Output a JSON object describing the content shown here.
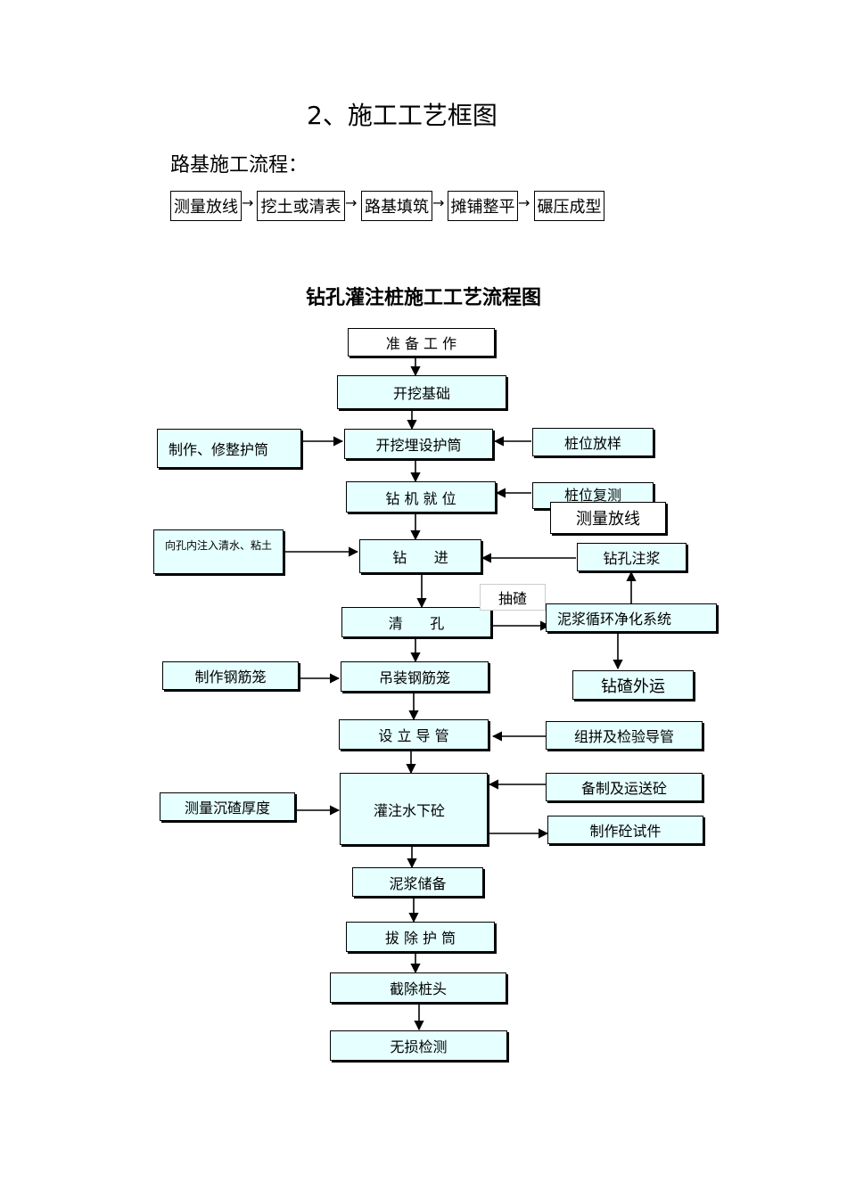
{
  "section_title": "2、施工工艺框图",
  "road": {
    "heading": "路基施工流程：",
    "steps": [
      "测量放线",
      "挖土或清表",
      "路基填筑",
      "摊铺整平",
      "碾压成型"
    ],
    "arrow": "→"
  },
  "flowchart": {
    "title": "钻孔灌注桩施工工艺流程图",
    "main": {
      "prepare": "准 备 工 作",
      "excavate": "开挖基础",
      "casing": "开挖埋设护筒",
      "rig": "钻 机 就 位",
      "drill": "钻      进",
      "clean": "清      孔",
      "cage": "吊装钢筋笼",
      "pipe": "设 立 导 管",
      "pour": "灌注水下砼",
      "slurry_store": "泥浆储备",
      "remove_casing": "拔 除 护 筒",
      "cut_head": "截除桩头",
      "test": "无损检测"
    },
    "side": {
      "make_casing": "制作、修整护筒",
      "pile_layout": "桩位放样",
      "pile_recheck": "桩位复测",
      "survey": "测量放线",
      "inject_water": "向孔内注入清水、粘土",
      "drill_slurry": "钻孔注浆",
      "extract_slag": "抽碴",
      "slurry_system": "泥浆循环净化系统",
      "make_cage": "制作钢筋笼",
      "slag_out": "钻碴外运",
      "assemble_pipe": "组拼及检验导管",
      "measure_sediment": "测量沉碴厚度",
      "prepare_concrete": "备制及运送砼",
      "make_specimen": "制作砼试件"
    }
  }
}
